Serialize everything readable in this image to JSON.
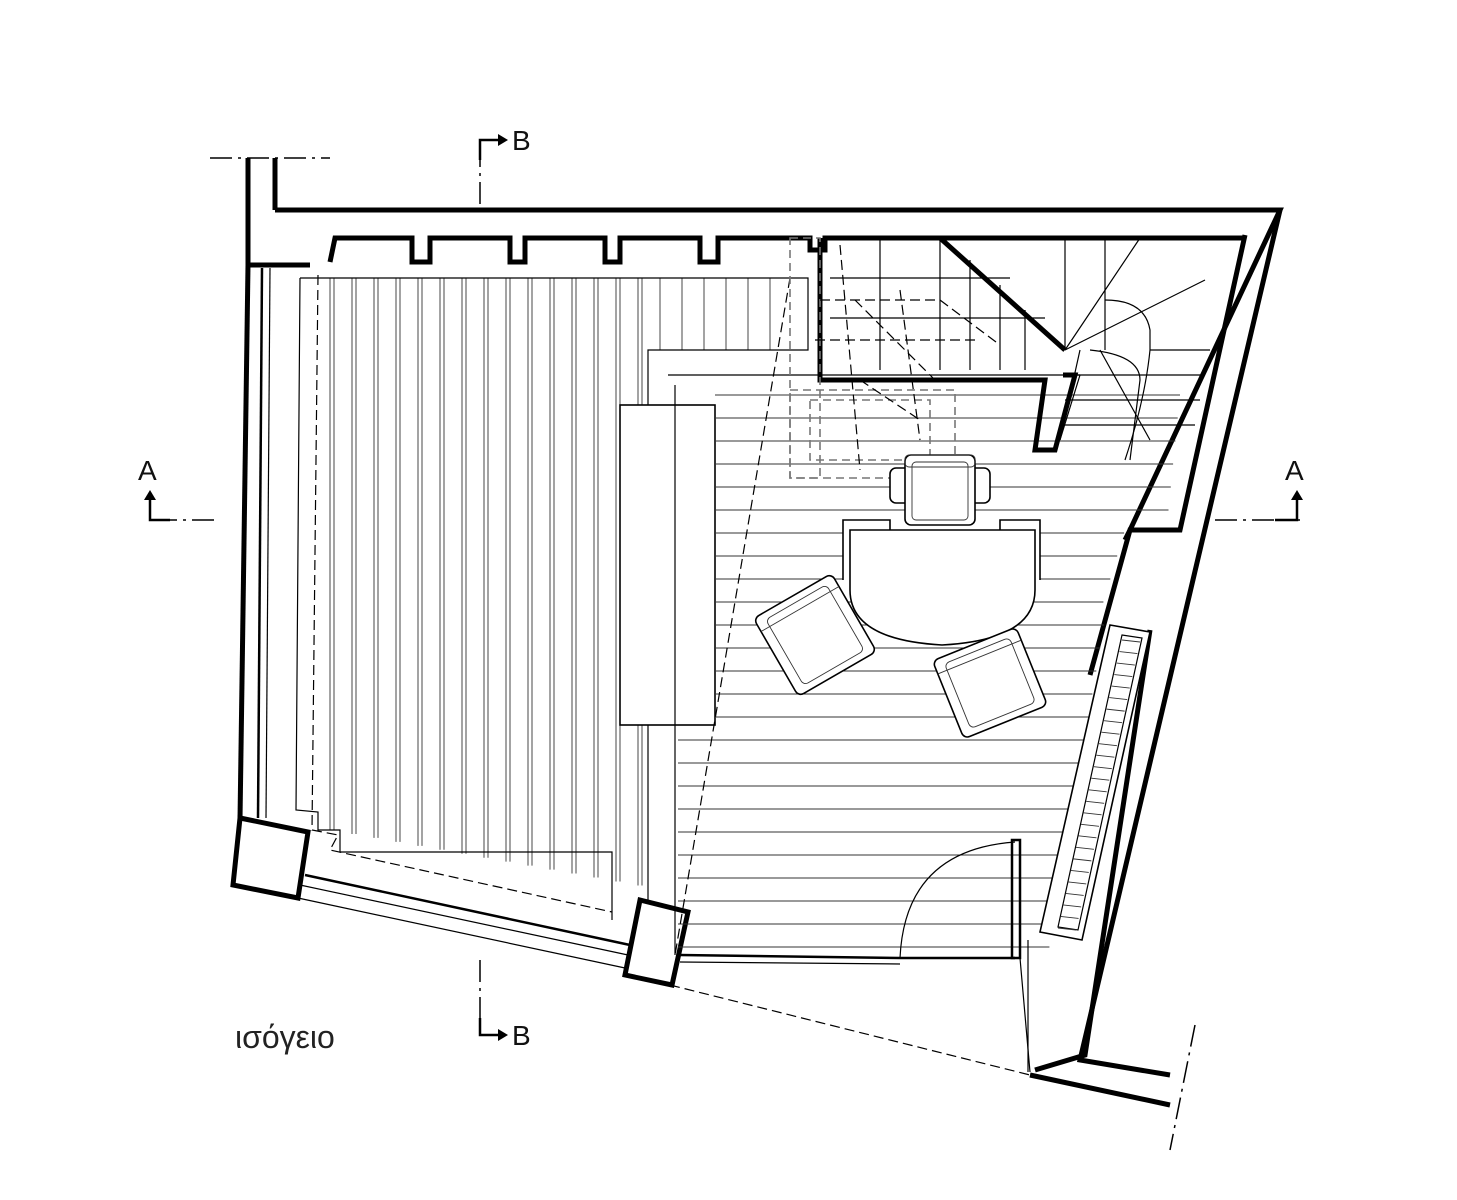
{
  "plan": {
    "title": "ισόγειο",
    "section_marks": {
      "a_left": "A",
      "a_right": "A",
      "b_top": "B",
      "b_bottom": "B"
    }
  }
}
